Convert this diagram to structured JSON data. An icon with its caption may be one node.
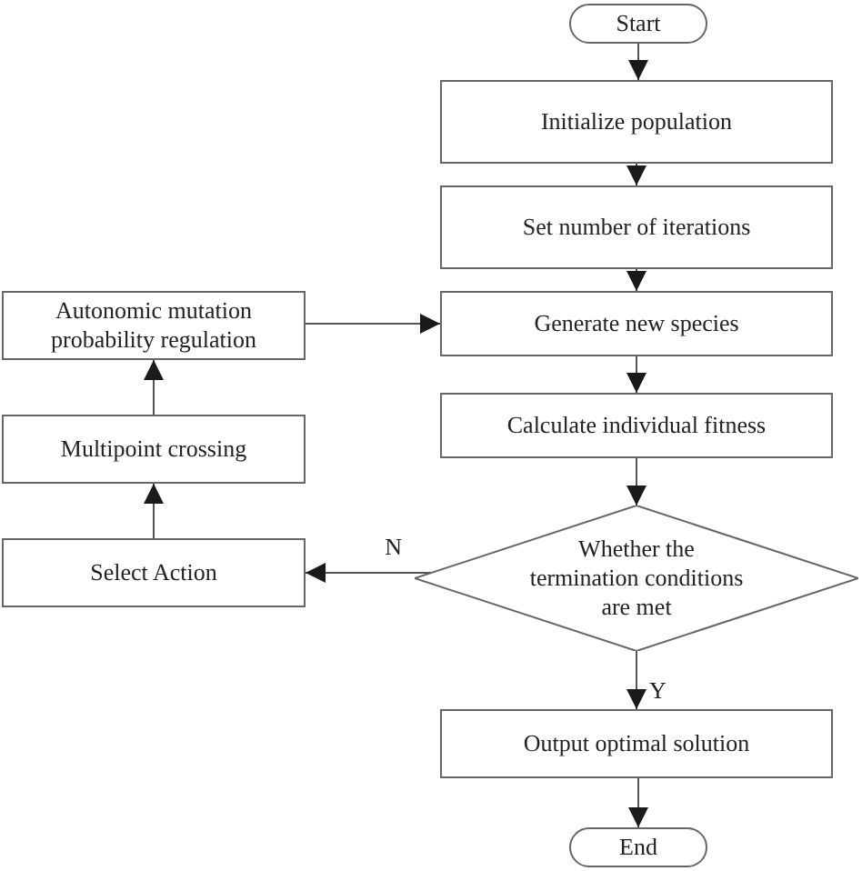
{
  "diagram": {
    "nodes": [
      {
        "text": [
          "Start"
        ]
      },
      {
        "text": [
          "Initialize population"
        ]
      },
      {
        "text": [
          "Set number of iterations"
        ]
      },
      {
        "text": [
          "Generate new species"
        ]
      },
      {
        "text": [
          "Calculate individual fitness"
        ]
      },
      {
        "text": [
          "Whether the termination conditions are met"
        ]
      },
      {
        "text": [
          "Select Action"
        ]
      },
      {
        "text": [
          "Multipoint crossing"
        ]
      },
      {
        "text": [
          "Autonomic mutation probability regulation"
        ]
      },
      {
        "text": [
          "Output optimal solution"
        ]
      },
      {
        "text": [
          "End"
        ]
      }
    ],
    "edges": [
      {
        "from": 0,
        "to": 1,
        "arrow": "to"
      },
      {
        "from": 1,
        "to": 2,
        "arrow": "to"
      },
      {
        "from": 2,
        "to": 3,
        "arrow": "to"
      },
      {
        "from": 3,
        "to": 4,
        "arrow": "to"
      },
      {
        "from": 4,
        "to": 5,
        "arrow": "to"
      },
      {
        "from": 5,
        "to": 6,
        "arrow": "to",
        "label": "N"
      },
      {
        "from": 6,
        "to": 7,
        "arrow": "to"
      },
      {
        "from": 7,
        "to": 8,
        "arrow": "to"
      },
      {
        "from": 8,
        "to": 3,
        "arrow": "to"
      },
      {
        "from": 5,
        "to": 9,
        "arrow": "to",
        "label": "Y"
      },
      {
        "from": 9,
        "to": 10,
        "arrow": "to"
      }
    ]
  }
}
